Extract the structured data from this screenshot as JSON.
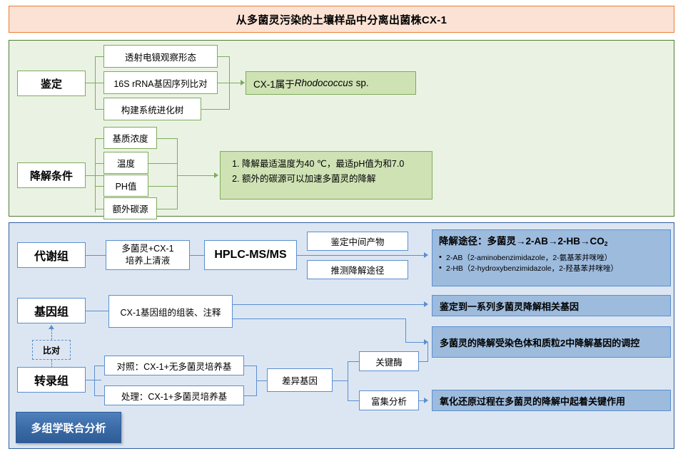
{
  "title": "从多菌灵污染的土壤样品中分离出菌株CX-1",
  "colors": {
    "title_fill": "#fbe2d5",
    "title_border": "#ed7d31",
    "green_panel_fill": "#eaf3e3",
    "green_panel_border": "#4f7d32",
    "green_node_border": "#80ab5d",
    "green_result_fill": "#cfe2b4",
    "blue_panel_fill": "#dce6f2",
    "blue_panel_border": "#2e5f9e",
    "blue_node_border": "#5b8fd0",
    "blue_result_fill": "#9dbbdd",
    "ribbon_fill": "#4f81bd"
  },
  "green_section": {
    "identification": {
      "root": "鉴定",
      "steps": [
        "透射电镜观察形态",
        "16S rRNA基因序列比对",
        "构建系统进化树"
      ],
      "result_prefix": "CX-1属于",
      "result_italic": "Rhodococcus",
      "result_suffix": "sp."
    },
    "conditions": {
      "root": "降解条件",
      "steps": [
        "基质浓度",
        "温度",
        "PH值",
        "额外碳源"
      ],
      "results": [
        "降解最适温度为40 ℃，最适pH值为和7.0",
        "额外的碳源可以加速多菌灵的降解"
      ]
    }
  },
  "blue_section": {
    "metabolome": {
      "root": "代谢组",
      "sample": "多菌灵+CX-1\n培养上清液",
      "sample_line1": "多菌灵+CX-1",
      "sample_line2": "培养上清液",
      "instrument": "HPLC-MS/MS",
      "outputs": [
        "鉴定中间产物",
        "推测降解途径"
      ],
      "pathway": {
        "title_prefix": "降解途径：",
        "title_chain": "多菌灵→2-AB→2-HB→CO",
        "title_sub": "2",
        "notes": [
          "2-AB（2-aminobenzimidazole，2-氨基苯并咪唑）",
          "2-HB（2-hydroxybenzimidazole，2-羟基苯并咪唑）"
        ]
      }
    },
    "genome": {
      "root": "基因组",
      "step": "CX-1基因组的组装、注释",
      "results": [
        "鉴定到一系列多菌灵降解相关基因",
        "多菌灵的降解受染色体和质粒2中降解基因的调控"
      ]
    },
    "compare_node": "比对",
    "transcriptome": {
      "root": "转录组",
      "groups": [
        "对照：CX-1+无多菌灵培养基",
        "处理：CX-1+多菌灵培养基"
      ],
      "deg": "差异基因",
      "branches": [
        "关键酶",
        "富集分析"
      ],
      "result": "氧化还原过程在多菌灵的降解中起着关键作用"
    }
  },
  "ribbon_label": "多组学联合分析"
}
